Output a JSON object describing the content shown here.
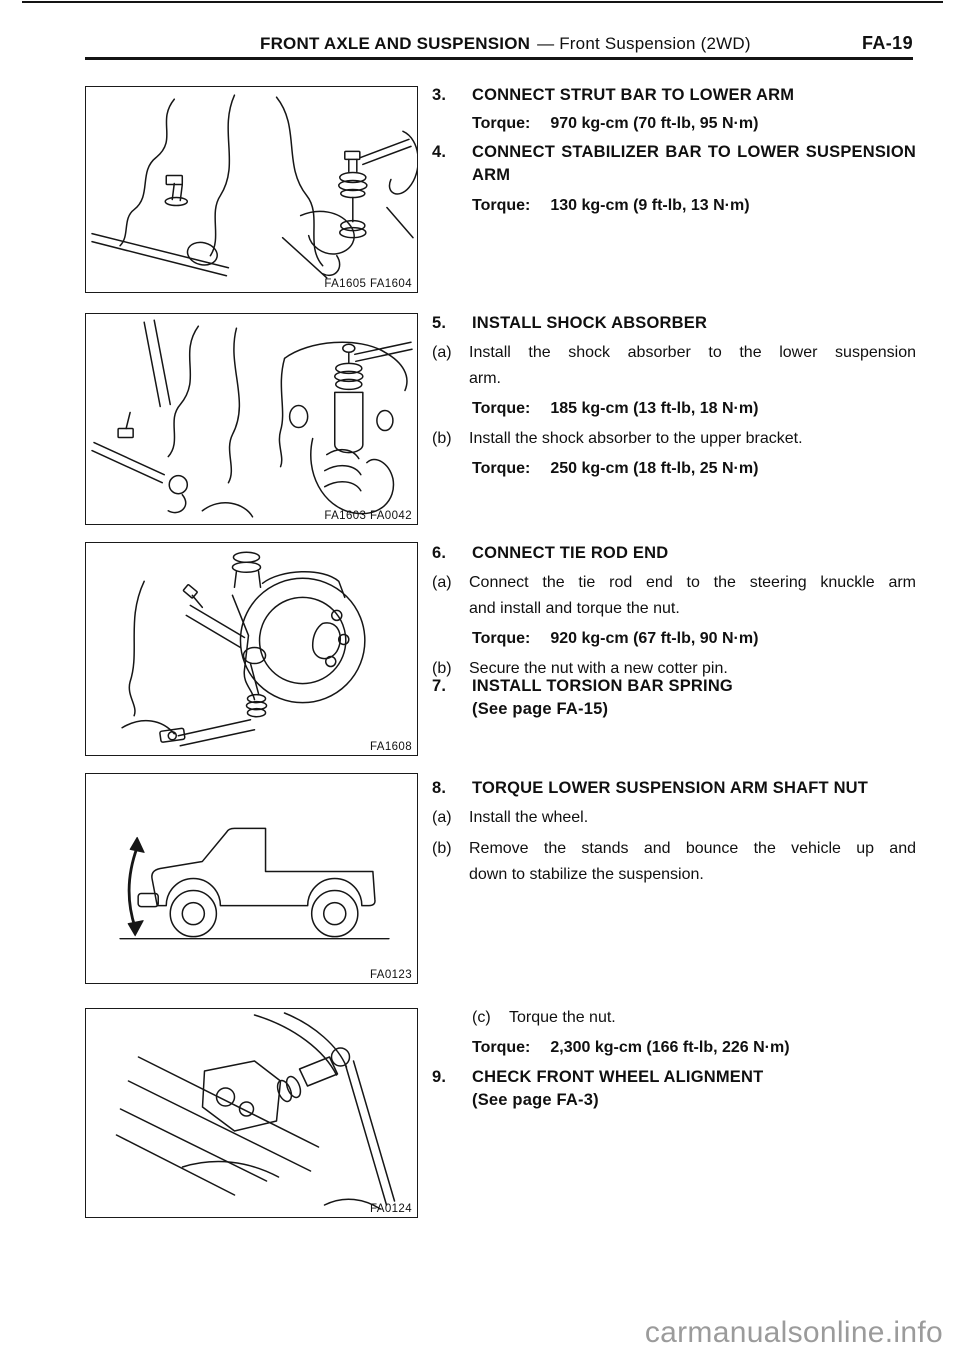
{
  "header": {
    "title_bold": "FRONT AXLE AND SUSPENSION",
    "title_rest": "— Front Suspension (2WD)",
    "page_no": "FA-19"
  },
  "figures": [
    {
      "label": "FA1605 FA1604"
    },
    {
      "label": "FA1603 FA0042"
    },
    {
      "label": "FA1608"
    },
    {
      "label": "FA0123"
    },
    {
      "label": "FA0124"
    }
  ],
  "steps": {
    "s3": {
      "num": "3.",
      "title": "CONNECT STRUT BAR TO LOWER ARM",
      "torque_label": "Torque:",
      "torque_value": "970 kg-cm (70 ft-lb, 95 N·m)"
    },
    "s4": {
      "num": "4.",
      "title_l1": "CONNECT STABILIZER BAR TO LOWER SUSPENSION",
      "title_l2": "ARM",
      "torque_label": "Torque:",
      "torque_value": "130 kg-cm (9 ft-lb, 13 N·m)"
    },
    "s5": {
      "num": "5.",
      "title": "INSTALL SHOCK ABSORBER",
      "a_label": "(a)",
      "a_l1": "Install the shock absorber to the lower suspension",
      "a_l2": "arm.",
      "torque1_label": "Torque:",
      "torque1_value": "185 kg-cm (13 ft-lb, 18 N·m)",
      "b_label": "(b)",
      "b_text": "Install the shock absorber to the upper bracket.",
      "torque2_label": "Torque:",
      "torque2_value": "250 kg-cm (18 ft-lb, 25 N·m)"
    },
    "s6": {
      "num": "6.",
      "title": "CONNECT TIE ROD END",
      "a_label": "(a)",
      "a_l1": "Connect the tie rod end to the steering knuckle arm",
      "a_l2": "and install and torque the nut.",
      "torque_label": "Torque:",
      "torque_value": "920 kg-cm (67 ft-lb, 90 N·m)",
      "b_label": "(b)",
      "b_text": "Secure the nut with a new cotter pin."
    },
    "s7": {
      "num": "7.",
      "title": "INSTALL TORSION BAR SPRING",
      "subtitle": "(See page FA-15)"
    },
    "s8": {
      "num": "8.",
      "title": "TORQUE LOWER SUSPENSION ARM SHAFT NUT",
      "a_label": "(a)",
      "a_text": "Install the wheel.",
      "b_label": "(b)",
      "b_l1": "Remove the stands and bounce the vehicle up and",
      "b_l2": "down to stabilize the suspension."
    },
    "s8c": {
      "c_label": "(c)",
      "c_text": "Torque the nut.",
      "torque_label": "Torque:",
      "torque_value": "2,300 kg-cm (166 ft-lb, 226 N·m)"
    },
    "s9": {
      "num": "9.",
      "title": "CHECK FRONT WHEEL ALIGNMENT",
      "subtitle": "(See page FA-3)"
    }
  },
  "watermark": "carmanualsonline.info"
}
